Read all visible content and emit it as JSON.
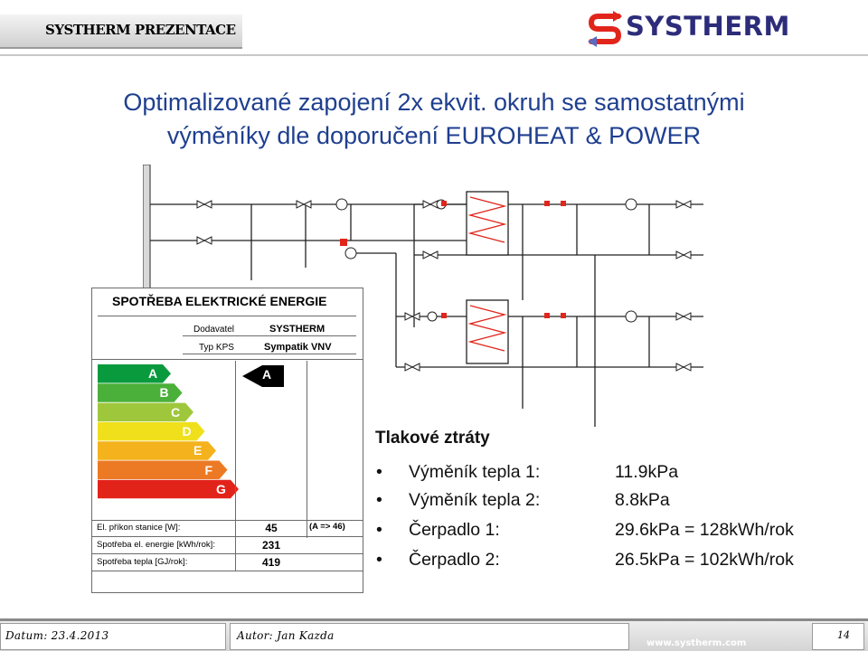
{
  "header": {
    "label": "SYSTHERM PREZENTACE",
    "logo_text": "SYSTHERM",
    "logo_colors": {
      "red": "#e1251b",
      "navy": "#2c2c7a",
      "accent": "#5b6abf"
    }
  },
  "slide": {
    "title_line1": "Optimalizované zapojení 2x ekvit. okruh se samostatnými",
    "title_line2": "výměníky dle doporučení EUROHEAT & POWER",
    "title_color": "#1f3f8f"
  },
  "energy_label": {
    "title": "SPOTŘEBA ELEKTRICKÉ ENERGIE",
    "supplier_label": "Dodavatel",
    "supplier_value": "SYSTHERM",
    "type_label": "Typ KPS",
    "type_value": "Sympatik VNV",
    "rating": "A",
    "classes": [
      {
        "letter": "A",
        "color": "#0a9a3e"
      },
      {
        "letter": "B",
        "color": "#4bb03a"
      },
      {
        "letter": "C",
        "color": "#9fc73c"
      },
      {
        "letter": "D",
        "color": "#f0e01c"
      },
      {
        "letter": "E",
        "color": "#f4b21c"
      },
      {
        "letter": "F",
        "color": "#ec7a24"
      },
      {
        "letter": "G",
        "color": "#e2231a"
      }
    ],
    "rows": [
      {
        "label": "El. příkon stanice [W]:",
        "value": "45",
        "note": "(A => 46)"
      },
      {
        "label": "Spotřeba el. energie [kWh/rok]:",
        "value": "231",
        "note": ""
      },
      {
        "label": "Spotřeba tepla [GJ/rok]:",
        "value": "419",
        "note": ""
      }
    ]
  },
  "losses": {
    "heading": "Tlakové ztráty",
    "items": [
      {
        "label": "Výměník tepla 1:",
        "value": "11.9kPa"
      },
      {
        "label": "Výměník tepla 2:",
        "value": "8.8kPa"
      },
      {
        "label": "Čerpadlo 1:",
        "value": "29.6kPa = 128kWh/rok"
      },
      {
        "label": "Čerpadlo 2:",
        "value": "26.5kPa = 102kWh/rok"
      }
    ]
  },
  "footer": {
    "date": "Datum: 23.4.2013",
    "author": "Autor: Jan Kazda",
    "page": "14",
    "website": "www.systherm.com"
  }
}
